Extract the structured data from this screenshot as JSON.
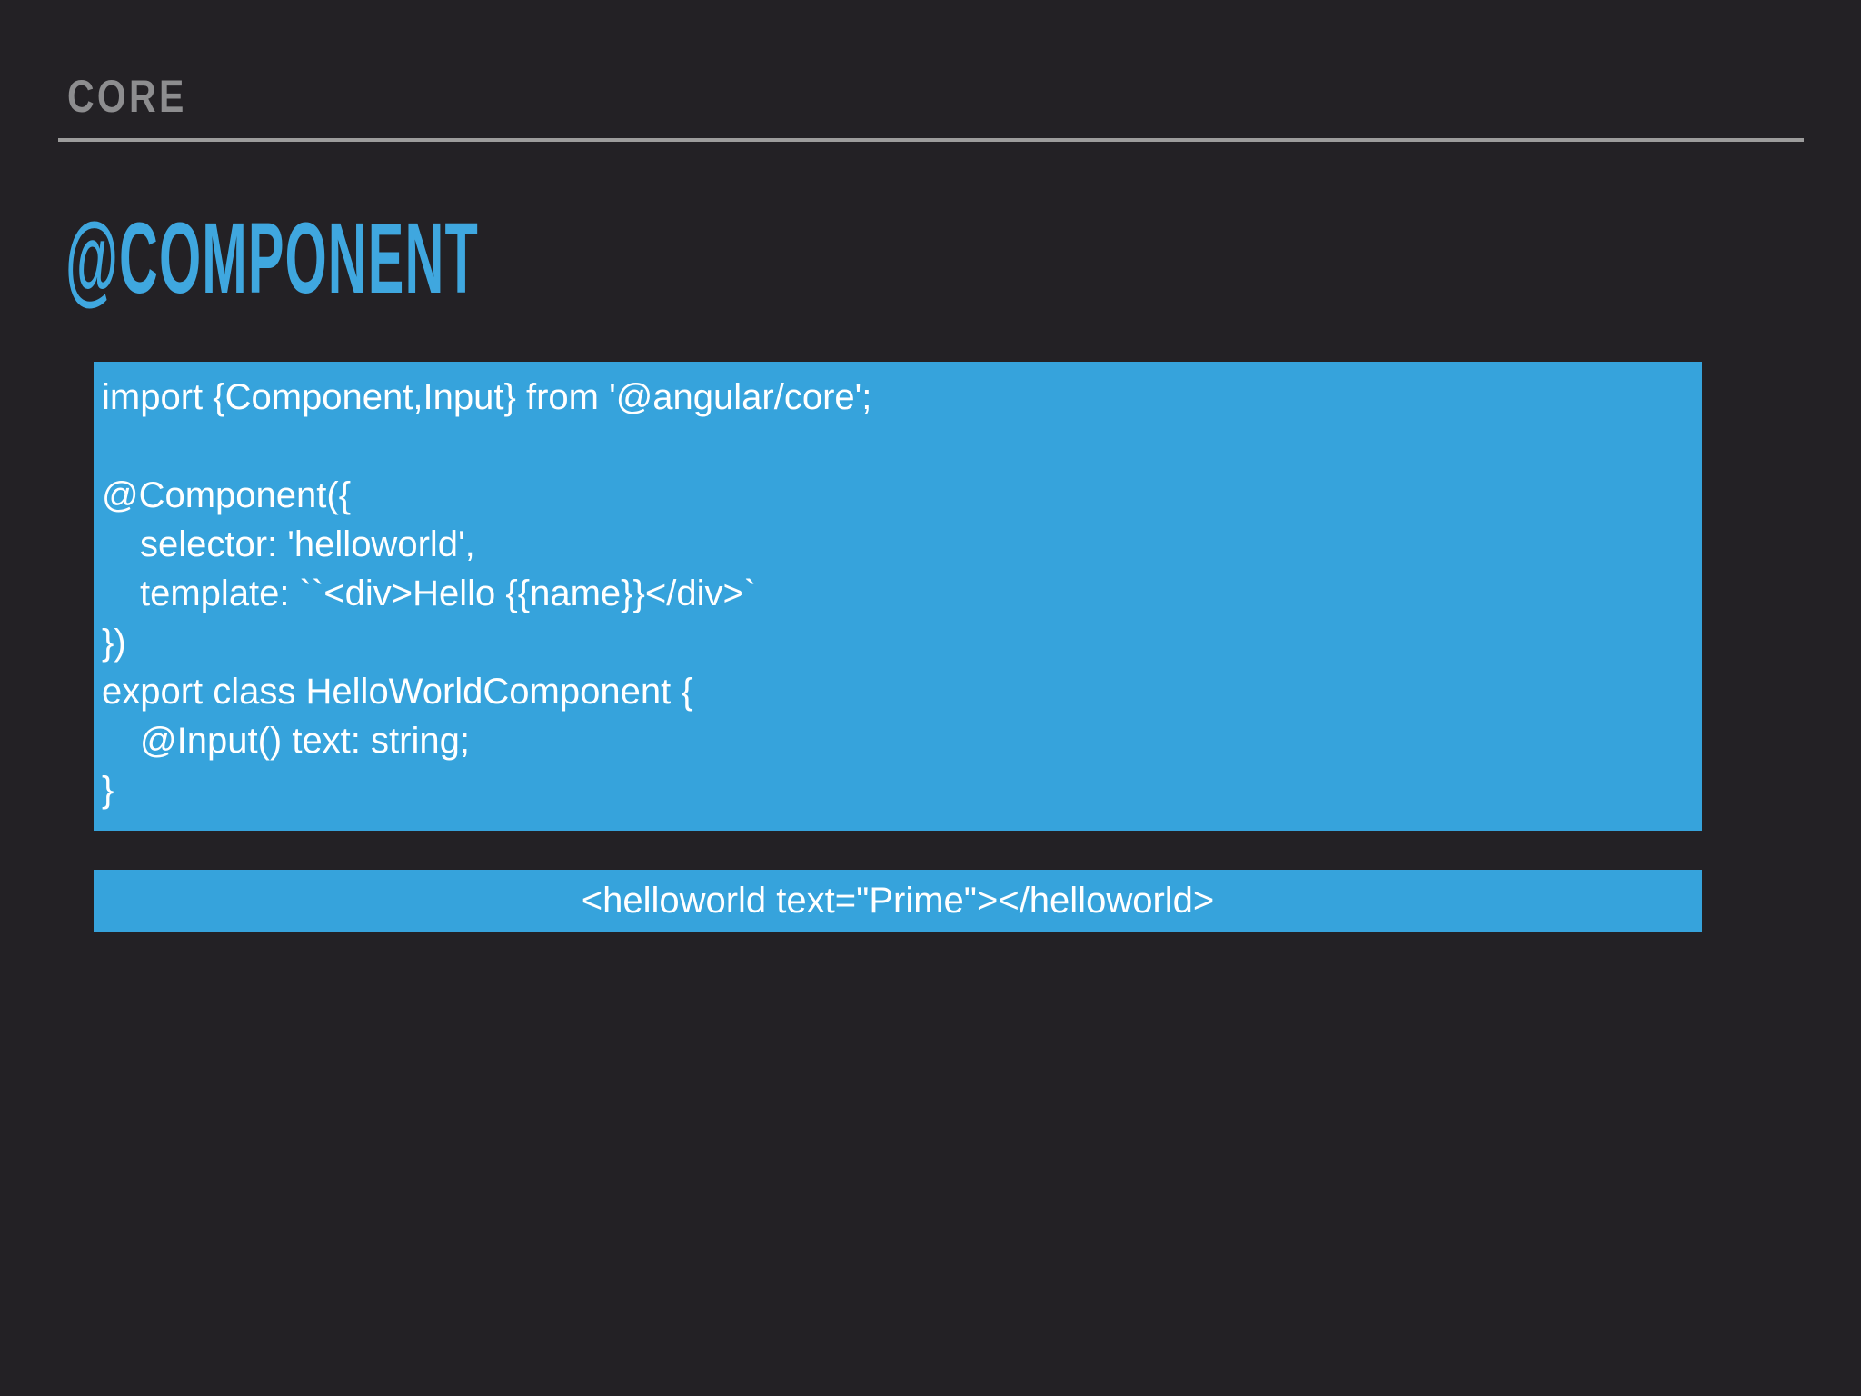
{
  "slide": {
    "kicker": "CORE",
    "title": "@COMPONENT",
    "colors": {
      "background": "#232125",
      "accent_blue": "#36A3DC",
      "title_blue": "#3FA7DF",
      "kicker_gray": "#8D8D8F",
      "divider_gray": "#9C9C9C",
      "code_text": "#FFFFFF"
    },
    "code_block": {
      "lines": [
        {
          "text": "import {Component,Input} from '@angular/core';",
          "indent": false
        },
        {
          "text": "",
          "indent": false
        },
        {
          "text": "@Component({",
          "indent": false
        },
        {
          "text": "selector: 'helloworld',",
          "indent": true
        },
        {
          "text": "template: ``<div>Hello {{name}}</div>`",
          "indent": true
        },
        {
          "text": "})",
          "indent": false
        },
        {
          "text": "export class HelloWorldComponent {",
          "indent": false
        },
        {
          "text": "@Input() text: string;",
          "indent": true
        },
        {
          "text": "}",
          "indent": false
        }
      ]
    },
    "usage_bar": {
      "text": "<helloworld text=\"Prime\"></helloworld>"
    }
  }
}
